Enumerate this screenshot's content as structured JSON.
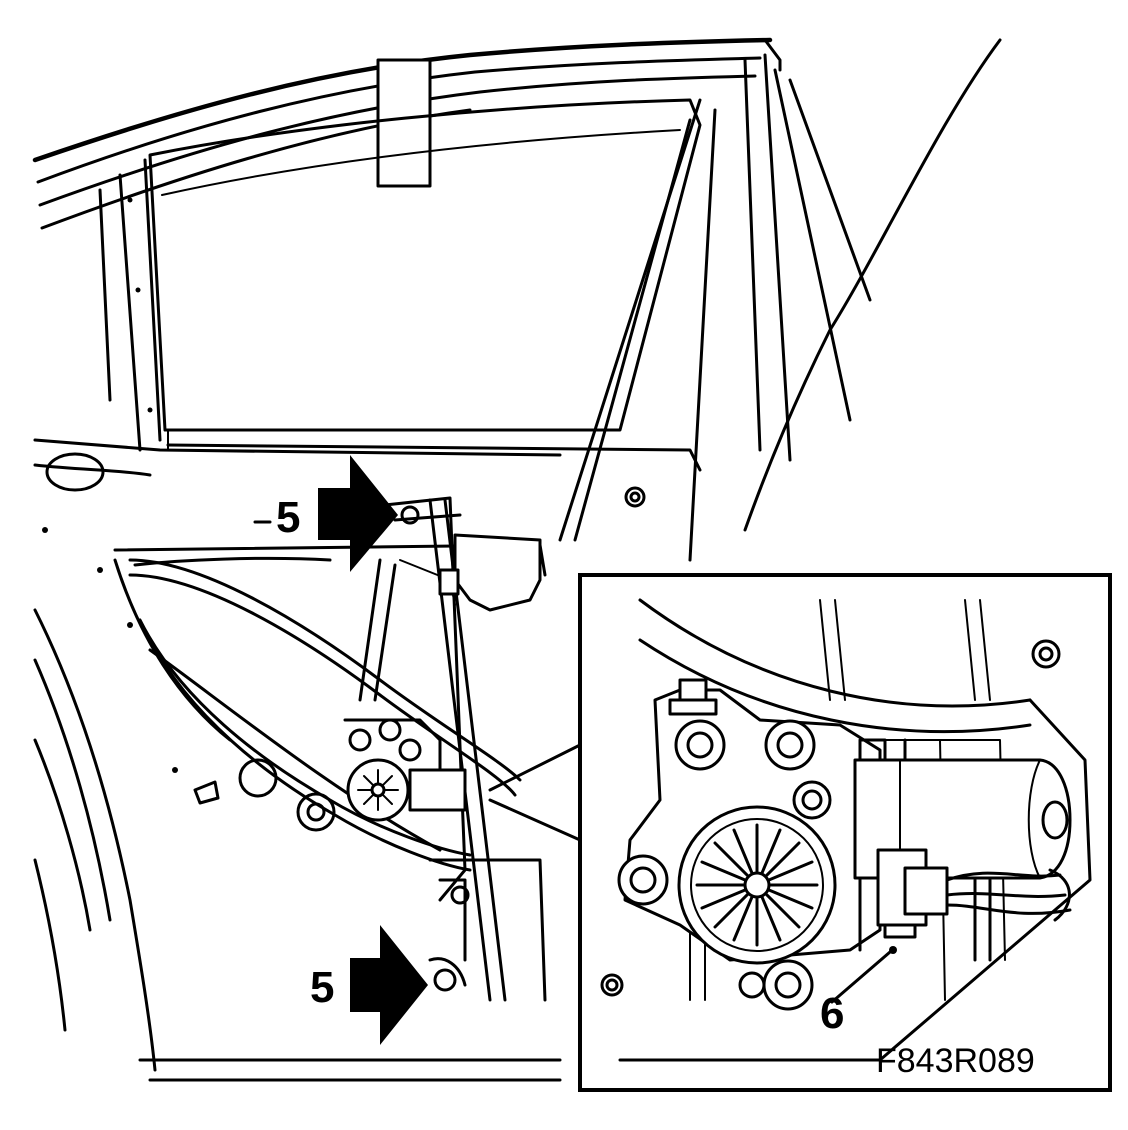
{
  "labels": {
    "upper_arrow": "5",
    "lower_arrow": "5",
    "detail_connector": "6",
    "figure_code": "F843R089"
  },
  "icons": [
    "arrow-right-icon",
    "window-regulator-motor-icon"
  ],
  "colors": {
    "ink": "#000000",
    "paper": "#ffffff"
  }
}
